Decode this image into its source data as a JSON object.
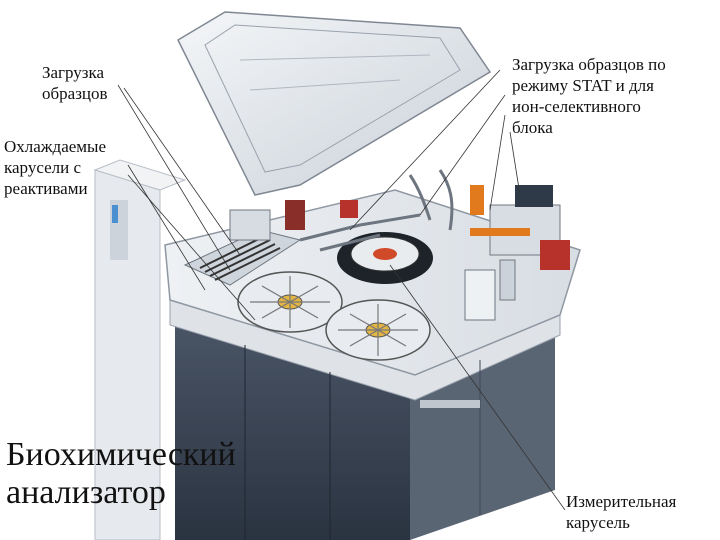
{
  "labels": {
    "sample_loading": "Загрузка\nобразцов",
    "cooled_carousels": "Охлаждаемые\nкарусели с\nреактивами",
    "stat_loading": "Загрузка образцов по\nрежиму STAT и для\nион-селективного\nблока",
    "measuring_carousel": "Измерительная\nкарусель",
    "title": "Биохимический\nанализатор"
  },
  "colors": {
    "body_light": "#e9edf2",
    "body_dark": "#3b4656",
    "lid": "#dfe4ea",
    "accent_orange": "#e07a1c",
    "accent_red": "#b7322a",
    "line": "#333333"
  }
}
